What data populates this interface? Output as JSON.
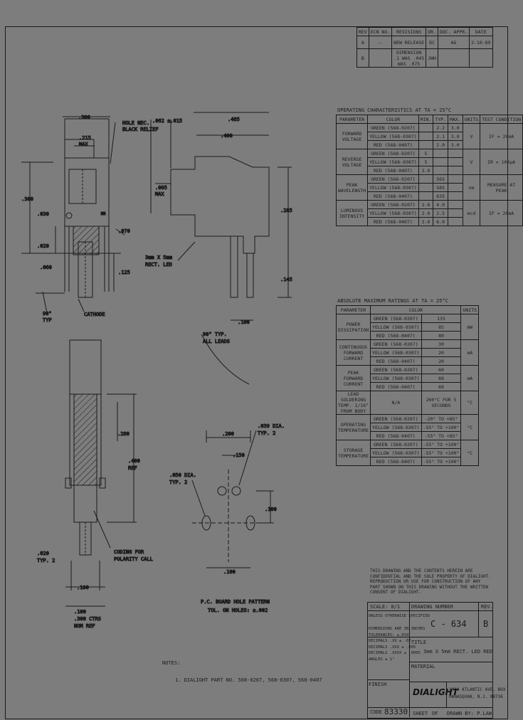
{
  "revisions": {
    "headers": [
      "REV",
      "ECN NO.",
      "REVISIONS",
      "DR.",
      "DOC. APPR.",
      "DATE"
    ],
    "rows": [
      [
        "A",
        "—",
        "NEW RELEASE",
        "DC",
        "AG",
        "2-10-89"
      ],
      [
        "B",
        "",
        "DIMENSION .1 WAS .045 WAS .075",
        "JWH",
        "",
        ""
      ]
    ]
  },
  "operating": {
    "title": "OPERATING CHARACTERISTICS AT TA = 25°C",
    "headers": [
      "PARAMETER",
      "COLOR",
      "MIN.",
      "TYP.",
      "MAX.",
      "UNITS",
      "TEST CONDITION"
    ],
    "groups": [
      {
        "param": "FORWARD VOLTAGE",
        "units": "V",
        "cond": "IF = 20mA",
        "rows": [
          [
            "GREEN (568-0207)",
            "",
            "2.2",
            "3.0"
          ],
          [
            "YELLOW (568-0307)",
            "",
            "2.1",
            "3.0"
          ],
          [
            "RED (568-0407)",
            "",
            "2.0",
            "3.0"
          ]
        ]
      },
      {
        "param": "REVERSE VOLTAGE",
        "units": "V",
        "cond": "IR = 100μA",
        "rows": [
          [
            "GREEN (568-0207)",
            "5",
            "",
            ""
          ],
          [
            "YELLOW (568-0307)",
            "5",
            "",
            ""
          ],
          [
            "RED (568-0407)",
            "3.0",
            "",
            ""
          ]
        ]
      },
      {
        "param": "PEAK WAVELENGTH",
        "units": "nm",
        "cond": "MEASURE AT PEAK",
        "rows": [
          [
            "GREEN (568-0207)",
            "",
            "565",
            ""
          ],
          [
            "YELLOW (568-0307)",
            "",
            "585",
            ""
          ],
          [
            "RED (568-0407)",
            "",
            "635",
            ""
          ]
        ]
      },
      {
        "param": "LUMINOUS INTENSITY",
        "units": "mcd",
        "cond": "IF = 20mA",
        "rows": [
          [
            "GREEN (568-0207)",
            "2.6",
            "4.0",
            ""
          ],
          [
            "YELLOW (568-0307)",
            "2.0",
            "2.5",
            ""
          ],
          [
            "RED (568-0407)",
            "3.0",
            "6.0",
            ""
          ]
        ]
      }
    ]
  },
  "absolute": {
    "title": "ABSOLUTE MAXIMUM RATINGS AT TA = 25°C",
    "headers": [
      "PARAMETER",
      "COLOR",
      "",
      "UNITS"
    ],
    "groups": [
      {
        "param": "POWER DISSIPATION",
        "units": "mW",
        "rows": [
          [
            "GREEN (568-0207)",
            "135"
          ],
          [
            "YELLOW (568-0307)",
            "85"
          ],
          [
            "RED (568-0407)",
            "80"
          ]
        ]
      },
      {
        "param": "CONTINUOUS FORWARD CURRENT",
        "units": "mA",
        "rows": [
          [
            "GREEN (568-0207)",
            "30"
          ],
          [
            "YELLOW (568-0307)",
            "20"
          ],
          [
            "RED (568-0407)",
            "20"
          ]
        ]
      },
      {
        "param": "PEAK FORWARD CURRENT",
        "units": "mA",
        "rows": [
          [
            "GREEN (568-0207)",
            "60"
          ],
          [
            "YELLOW (568-0307)",
            "60"
          ],
          [
            "RED (568-0407)",
            "60"
          ]
        ]
      }
    ],
    "solder": {
      "param": "LEAD SOLDERING TEMP. 1/16\" FROM BODY",
      "color": "N/A",
      "value": "260°C FOR 5 SECONDS",
      "units": "°C"
    },
    "temp_groups": [
      {
        "param": "OPERATING TEMPERATURE",
        "units": "°C",
        "rows": [
          [
            "GREEN (568-0207)",
            "-20° TO +85°"
          ],
          [
            "YELLOW (568-0307)",
            "-55° TO +100°"
          ],
          [
            "RED (568-0407)",
            "-55° TO +85°"
          ]
        ]
      },
      {
        "param": "STORAGE TEMPERATURE",
        "units": "°C",
        "rows": [
          [
            "GREEN (568-0207)",
            "-55° TO +100°"
          ],
          [
            "YELLOW (568-0307)",
            "-55° TO +100°"
          ],
          [
            "RED (568-0407)",
            "-55° TO +100°"
          ]
        ]
      }
    ]
  },
  "drawing": {
    "dims": {
      "d300": ".300",
      "d215": ".215",
      "max": "MAX",
      "hole": "HOLE NEC.",
      "black": "BLACK RELIEF",
      "d062": ".062 ±.015",
      "d485": ".485",
      "d400": ".400",
      "d095": ".095",
      "max2": "MAX",
      "d030": ".030",
      "d020": ".020",
      "d300b": ".300",
      "d060": ".060",
      "d070": ".070",
      "d125": ".125",
      "d285": ".285",
      "d145": ".145",
      "d100": ".100",
      "deg90": "90°",
      "typ": "TYP",
      "cathode": "CATHODE",
      "deg90b": "90° TYP.",
      "allleads": "ALL LEADS",
      "lens": "3mm X 5mm",
      "lens2": "RECT. LED",
      "d280": ".280",
      "d400b": ".400",
      "ref": "REF",
      "d020b": ".020",
      "typ2": "TYP. 2",
      "d100b": ".100",
      "coding": "CODING FOR",
      "polarity": "POLARITY CALL",
      "d100c": ".100",
      "d300c": ".300 CTRS",
      "nom": "NOM REF",
      "d200": ".200",
      "d039": ".039 DIA.",
      "typ3": "TYP. 2",
      "d150": ".150",
      "d050": ".050 DIA.",
      "typ4": "TYP. 2",
      "d100d": ".100",
      "d100e": ".100",
      "pcb": "P.C. BOARD HOLE PATTERN",
      "pcb2": "TOL. ON HOLES: ±.002"
    }
  },
  "notes": {
    "label": "NOTES:",
    "line1": "1. DIALIGHT PART NO. 568-0207, 568-0307, 568-0407"
  },
  "proprietary": "THIS DRAWING AND THE CONTENTS HEREIN ARE CONFIDENTIAL AND THE SOLE PROPERTY OF DIALIGHT. REPRODUCTION OR USE FOR CONSTRUCTION OF ANY PART SHOWN ON THIS DRAWING WITHOUT THE WRITTEN CONSENT OF DIALIGHT.",
  "title_block": {
    "scale": "SCALE: 8/1",
    "drawing_number_label": "DRAWING NUMBER",
    "rev_label": "REV.",
    "drawing_number": "C - 634",
    "rev": "B",
    "unless": "UNLESS OTHERWISE SPECIFIED",
    "tol_lines": [
      "DIMENSIONS ARE IN INCHES",
      "TOLERANCES: ±.010",
      "DECIMALS .XX ± .02",
      "DECIMALS .XXX ± .005",
      "DECIMALS .XXXX ± .0005",
      "ANGLES ± 1°"
    ],
    "title_label": "TITLE",
    "title": "3mm X 5mm RECT. LED RED",
    "material": "MATERIAL",
    "finish": "FINISH",
    "company": "DIALIGHT",
    "address1": "1913 ATLANTIC AVE. BOX",
    "address2": "MANASQUAN, N.J. 08736",
    "code_label": "CODE",
    "code": "83330",
    "sheet_label": "SHEET",
    "sheet": "OF",
    "drawn": "DRAWN BY: P.LAW"
  }
}
